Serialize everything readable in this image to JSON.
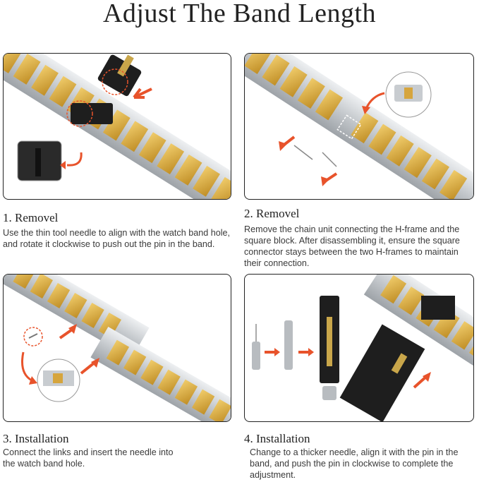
{
  "title": "Adjust The Band Length",
  "steps": [
    {
      "heading": "1. Removel",
      "text": "Use the thin tool needle to align with the watch band hole, and rotate it clockwise to push out the pin in the band."
    },
    {
      "heading": "2. Removel",
      "text": "Remove the chain unit connecting the H-frame and the square block. After disassembling it, ensure the square connector stays between the two H-frames to maintain their connection."
    },
    {
      "heading": "3. Installation",
      "text": "Connect the links and insert the needle into the watch band hole."
    },
    {
      "heading": "4. Installation",
      "text": "Change to a thicker needle, align it with the pin in the band, and push the pin in clockwise to complete the adjustment."
    }
  ],
  "colors": {
    "arrow": "#e8532b",
    "gold": "#d6a53d",
    "silver": "#c9ccd0",
    "tool": "#1e1e1e"
  }
}
